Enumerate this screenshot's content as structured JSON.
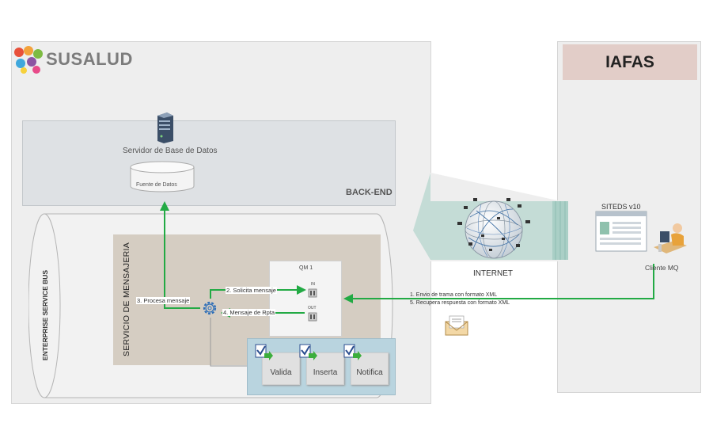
{
  "logo": {
    "text": "SUSALUD"
  },
  "right_panel": {
    "title": "IAFAS"
  },
  "backend": {
    "label": "BACK-END",
    "server_label": "Servidor de Base de Datos",
    "database_label": "Fuente de Datos"
  },
  "esb": {
    "label": "ENTERPRISE SERVICE BUS"
  },
  "messaging": {
    "label": "SERVICIO DE MENSAJERIA",
    "queue_manager": "QM 1",
    "queue_in": "IN",
    "queue_out": "OUT"
  },
  "steps": {
    "step2": "2. Solicita mensaje",
    "step3": "3. Procesa mensaje",
    "step4": "4. Mensaje de Rpta"
  },
  "tasks": [
    {
      "label": "Valida"
    },
    {
      "label": "Inserta"
    },
    {
      "label": "Notifica"
    }
  ],
  "internet": {
    "label": "INTERNET",
    "step1": "1. Envio de trama con formato XML",
    "step5": "5. Recupera respuesta con formato XML"
  },
  "client": {
    "app_label": "SITEDS v10",
    "client_label": "Cliente MQ"
  },
  "colors": {
    "arrow": "#22aa44",
    "panel": "#eeeeee",
    "iafas": "#e2cdc8",
    "backend": "#dee1e4",
    "messaging": "#d5cdc2",
    "tasks": "#b9d4df",
    "internet_band": "#bfd9d2"
  }
}
